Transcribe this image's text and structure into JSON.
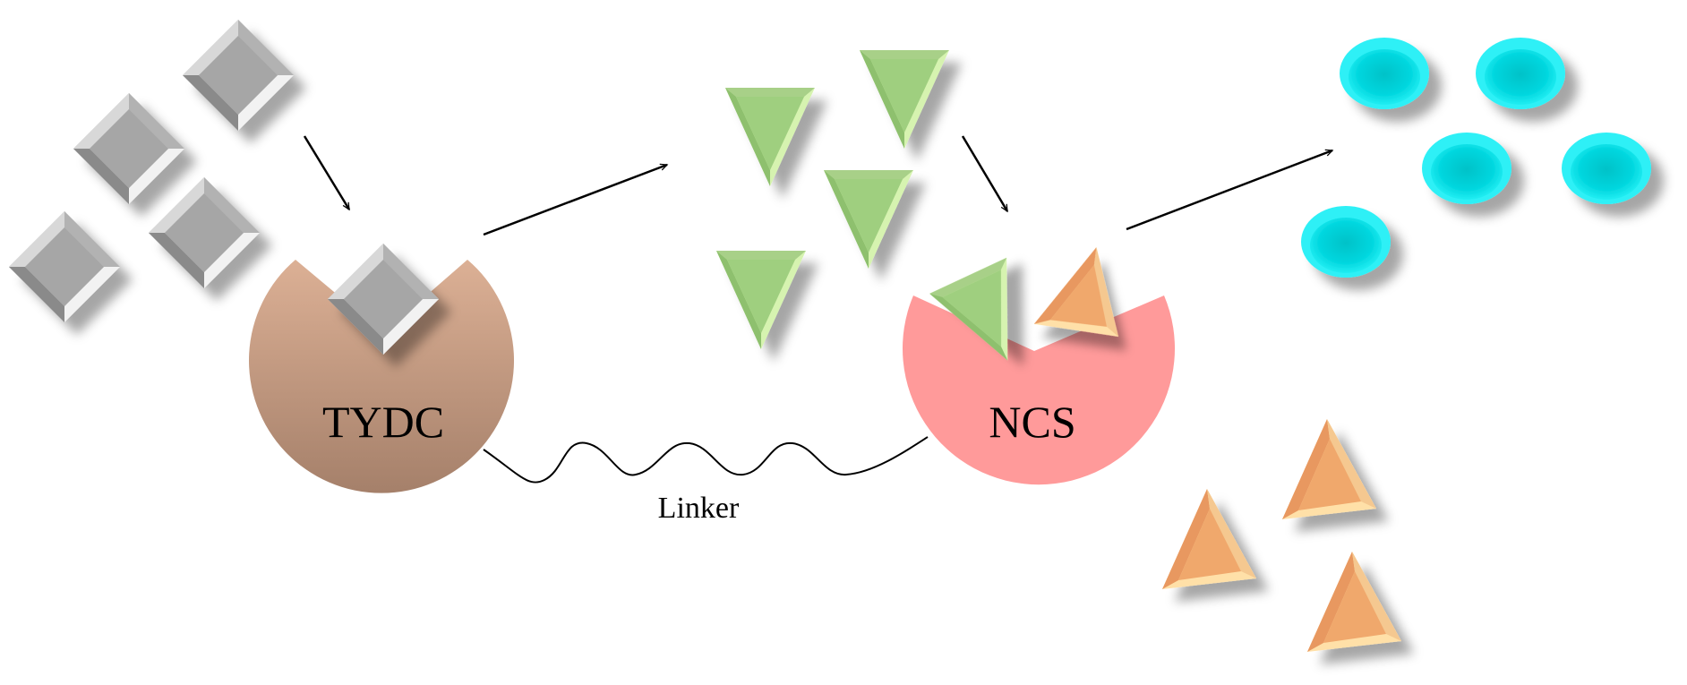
{
  "enzymes": [
    {
      "id": "tydc",
      "label": "TYDC",
      "color_top": "#d9ad93",
      "color_bottom": "#a8826c"
    },
    {
      "id": "ncs",
      "label": "NCS",
      "color": "#ff9a9a"
    }
  ],
  "linker": {
    "label": "Linker"
  },
  "molecules": {
    "substrate": {
      "shape": "square",
      "color": "#a8a8a8",
      "count": 5
    },
    "intermediate": {
      "shape": "triangle-down",
      "color": "#a8d48a",
      "count": 5
    },
    "cosubstrate": {
      "shape": "triangle-up",
      "color": "#f0a060",
      "count": 4
    },
    "product": {
      "shape": "ellipse",
      "color": "#00e0e8",
      "count": 5
    }
  }
}
